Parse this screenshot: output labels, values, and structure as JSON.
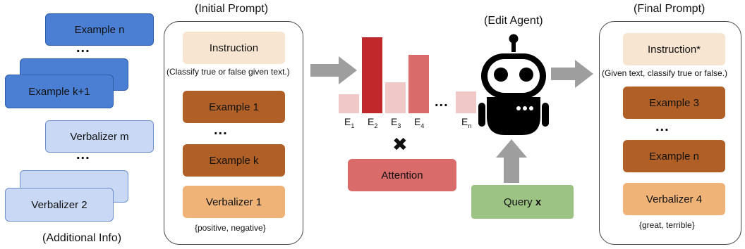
{
  "additional_info": {
    "examples": [
      "Example n",
      "Example k+1"
    ],
    "verbalizers": [
      "Verbalizer m",
      "Verbalizer 2"
    ],
    "dots": "...",
    "caption": "(Additional Info)"
  },
  "initial_prompt": {
    "caption": "(Initial Prompt)",
    "instruction": "Instruction",
    "instruction_text": "(Classify true or false given text.)",
    "example_first": "Example 1",
    "dots": "...",
    "example_last": "Example k",
    "verbalizer": "Verbalizer 1",
    "verbalizer_words": "{positive, negative}"
  },
  "attention": {
    "bars": [
      {
        "label": "E",
        "sub": "1",
        "value": 0.25,
        "color": "#f0c8c8"
      },
      {
        "label": "E",
        "sub": "2",
        "value": 1.0,
        "color": "#c0282b"
      },
      {
        "label": "E",
        "sub": "3",
        "value": 0.41,
        "color": "#f0c8c8"
      },
      {
        "label": "E",
        "sub": "4",
        "value": 0.77,
        "color": "#d96b6b"
      },
      {
        "label": "E",
        "sub": "n",
        "value": 0.29,
        "color": "#f0c8c8"
      }
    ],
    "dots": "...",
    "cross": "✖",
    "label": "Attention"
  },
  "edit_agent": {
    "caption": "(Edit Agent)",
    "query_label": "Query",
    "query_var": "x"
  },
  "final_prompt": {
    "caption": "(Final Prompt)",
    "instruction": "Instruction*",
    "instruction_text": "(Given text, classify true or false.)",
    "example_first": "Example 3",
    "dots": "...",
    "example_last": "Example n",
    "verbalizer": "Verbalizer 4",
    "verbalizer_words": "{great, terrible}"
  },
  "colors": {
    "arrow": "#9e9e9e",
    "robot": "#000000"
  }
}
